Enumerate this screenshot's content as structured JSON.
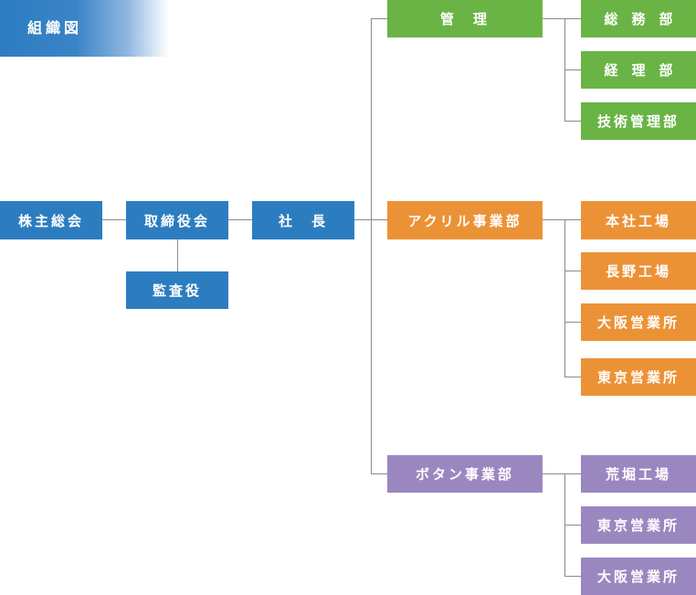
{
  "title": "組織図",
  "org": {
    "shareholders": "株主総会",
    "board": "取締役会",
    "auditor": "監査役",
    "president": "社　長",
    "admin": {
      "label": "管　理",
      "children": [
        "総　務　部",
        "経　理　部",
        "技術管理部"
      ]
    },
    "acrylic": {
      "label": "アクリル事業部",
      "children": [
        "本社工場",
        "長野工場",
        "大阪営業所",
        "東京営業所"
      ]
    },
    "button": {
      "label": "ボタン事業部",
      "children": [
        "荒堀工場",
        "東京営業所",
        "大阪営業所"
      ]
    }
  },
  "colors": {
    "core": "#2c7dc0",
    "admin": "#6ab445",
    "acrylic": "#ec9236",
    "button": "#9b87c0",
    "connector": "#8a8a8a"
  }
}
